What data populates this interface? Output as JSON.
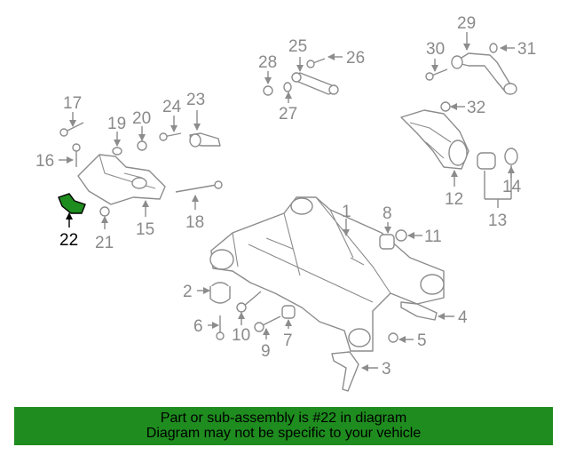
{
  "diagram": {
    "highlight_color": "#1e8c1e",
    "callouts": [
      "1",
      "2",
      "3",
      "4",
      "5",
      "6",
      "7",
      "8",
      "9",
      "10",
      "11",
      "12",
      "13",
      "14",
      "15",
      "16",
      "17",
      "18",
      "19",
      "20",
      "21",
      "22",
      "23",
      "24",
      "25",
      "26",
      "27",
      "28",
      "29",
      "30",
      "31",
      "32"
    ]
  },
  "banner": {
    "line1": "Part or sub-assembly is #22 in diagram",
    "line2": "Diagram may not be specific to your vehicle",
    "background": "#1e8c1e"
  }
}
